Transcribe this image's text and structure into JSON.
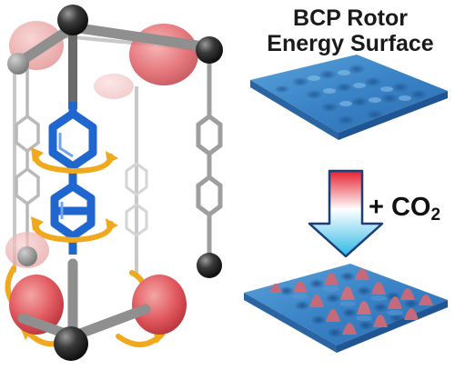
{
  "title": {
    "line1": "BCP Rotor",
    "line2": "Energy Surface"
  },
  "gas_label": {
    "prefix": "+ CO",
    "subscript": "2"
  },
  "colors": {
    "surface": "#3d87c8",
    "surface_dark": "#1e5fa3",
    "surface_light": "#7dbde8",
    "peak_red": "#c46a7a",
    "ligand_blue": "#1f67cf",
    "node_grey": "#2f2f2f",
    "oxygen_red": "#e06a72",
    "rotation_arrow": "#f0a81c",
    "gradient_top": "#e4212e",
    "gradient_bottom": "#2ab8e6",
    "frame_grey": "#9e9e9e"
  }
}
